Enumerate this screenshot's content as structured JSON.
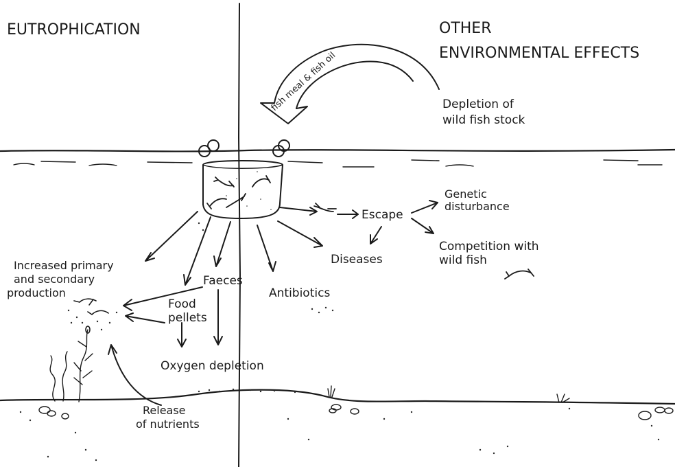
{
  "headings": {
    "left": "EUTROPHICATION",
    "right_line1": "OTHER",
    "right_line2": "ENVIRONMENTAL EFFECTS"
  },
  "labels": {
    "fish_meal": "fish meal & fish oil",
    "depletion_line1": "Depletion of",
    "depletion_line2": "wild fish stock",
    "escape": "Escape",
    "genetic_line1": "Genetic",
    "genetic_line2": "disturbance",
    "competition_line1": "Competition with",
    "competition_line2": "wild fish",
    "diseases": "Diseases",
    "antibiotics": "Antibiotics",
    "faeces": "Faeces",
    "food_line1": "Food",
    "food_line2": "pellets",
    "increased_line1": "Increased primary",
    "increased_line2": "and secondary",
    "increased_line3": "production",
    "oxygen": "Oxygen depletion",
    "release_line1": "Release",
    "release_line2": "of nutrients"
  },
  "colors": {
    "ink": "#1a1a1a",
    "paper": "#ffffff"
  }
}
